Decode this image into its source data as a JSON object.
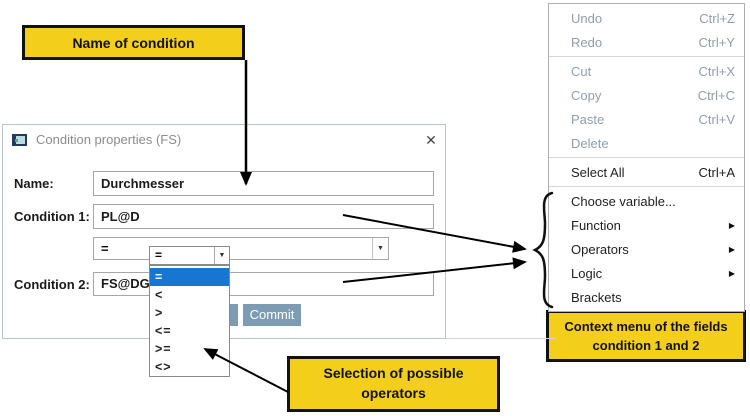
{
  "annotations": {
    "name_of_condition": "Name of condition",
    "context_caption_line1": "Context menu  of the fields",
    "context_caption_line2": "condition 1 and 2",
    "operators_caption_line1": "Selection of possible",
    "operators_caption_line2": "operators",
    "callout_color": "#f3cf1c"
  },
  "dialog": {
    "title": "Condition properties (FS)",
    "name_label": "Name:",
    "name_value": "Durchmesser",
    "condition1_label": "Condition 1:",
    "condition1_value": "PL@D",
    "operator_value": "=",
    "condition2_label": "Condition 2:",
    "condition2_value": "FS@DG",
    "commit_label": "Commit",
    "button_color": "#7d9cb3"
  },
  "operator_dropdown": {
    "selected_value": "=",
    "options": [
      "=",
      "<",
      ">",
      "<=",
      ">=",
      "<>"
    ],
    "selection_color": "#1876d3"
  },
  "context_menu": {
    "items": [
      {
        "label": "Undo",
        "shortcut": "Ctrl+Z",
        "enabled": false
      },
      {
        "label": "Redo",
        "shortcut": "Ctrl+Y",
        "enabled": false
      },
      {
        "type": "separator"
      },
      {
        "label": "Cut",
        "shortcut": "Ctrl+X",
        "enabled": false
      },
      {
        "label": "Copy",
        "shortcut": "Ctrl+C",
        "enabled": false
      },
      {
        "label": "Paste",
        "shortcut": "Ctrl+V",
        "enabled": false
      },
      {
        "label": "Delete",
        "enabled": false
      },
      {
        "type": "separator"
      },
      {
        "label": "Select All",
        "shortcut": "Ctrl+A",
        "enabled": true
      },
      {
        "type": "separator"
      },
      {
        "label": "Choose variable...",
        "enabled": true
      },
      {
        "label": "Function",
        "submenu": true,
        "enabled": true
      },
      {
        "label": "Operators",
        "submenu": true,
        "enabled": true
      },
      {
        "label": "Logic",
        "submenu": true,
        "enabled": true
      },
      {
        "label": "Brackets",
        "enabled": true
      }
    ]
  },
  "icons": {
    "dropdown_arrow": "▼",
    "submenu_arrow": "▶",
    "close": "✕"
  }
}
